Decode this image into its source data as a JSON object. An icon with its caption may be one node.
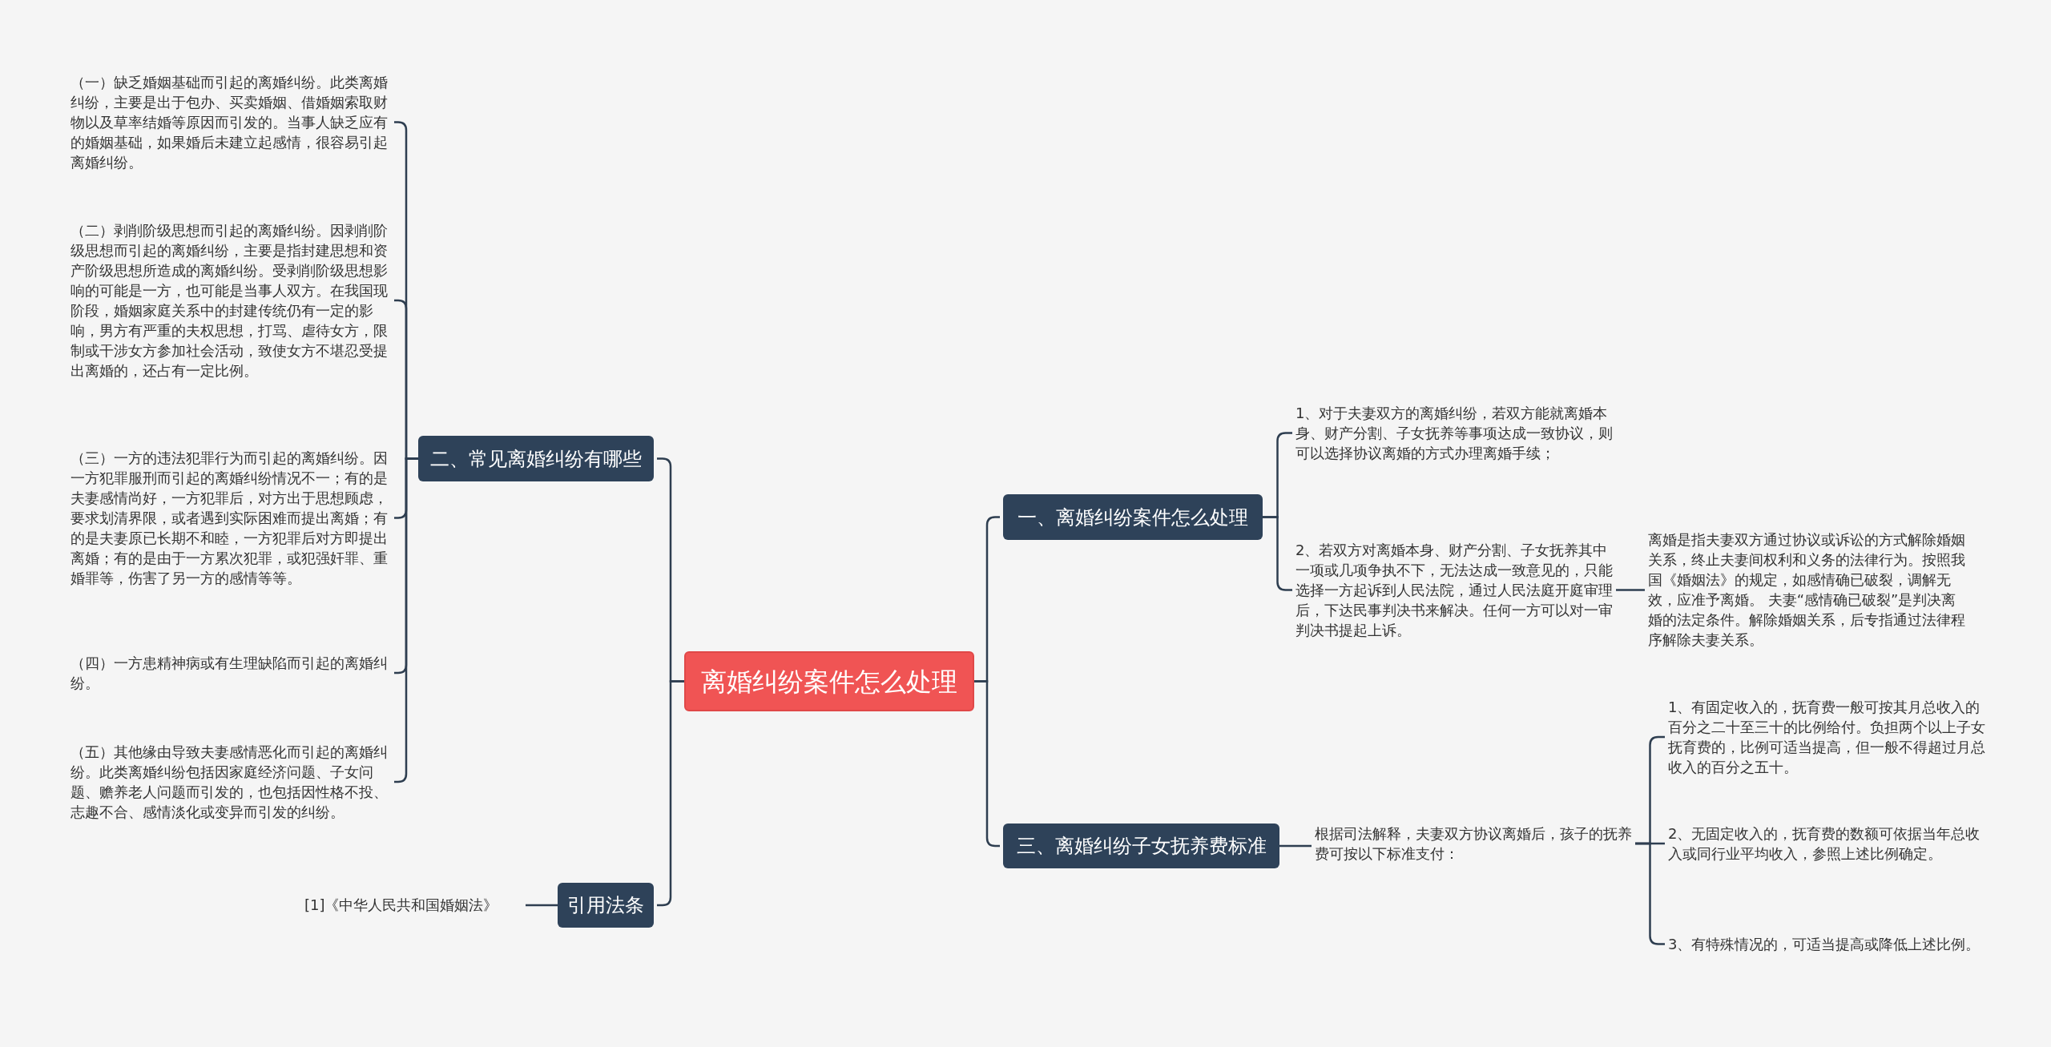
{
  "diagram": {
    "nodes": [
      {
        "text": [
          "离婚纠纷案件怎么处理"
        ]
      },
      {
        "text": [
          "一、离婚纠纷案件怎么处理"
        ]
      },
      {
        "text": [
          "1、对于夫妻双方的离婚纠纷，若双方能就离婚本身、财产分割、子女抚养等事项达成一致协议，则可以选择协议离婚的方式办理离婚手续；"
        ]
      },
      {
        "text": [
          "2、若双方对离婚本身、财产分割、子女抚养其中一项或几项争执不下，无法达成一致意见的，只能选择一方起诉到人民法院，通过人民法庭开庭审理后，下达民事判决书来解决。任何一方可以对一审判决书提起上诉。"
        ]
      },
      {
        "text": [
          "离婚是指夫妻双方通过协议或诉讼的方式解除婚姻关系，终止夫妻间权利和义务的法律行为。按照我国《婚姻法》的规定，如感情确已破裂，调解无效，应准予离婚。 夫妻“感情确已破裂”是判决离婚的法定条件。解除婚姻关系，后专指通过法律程序解除夫妻关系。"
        ]
      },
      {
        "text": [
          "三、离婚纠纷子女抚养费标准"
        ]
      },
      {
        "text": [
          "根据司法解释，夫妻双方协议离婚后，孩子的抚养费可按以下标准支付："
        ]
      },
      {
        "text": [
          "1、有固定收入的，抚育费一般可按其月总收入的百分之二十至三十的比例给付。负担两个以上子女抚育费的，比例可适当提高，但一般不得超过月总收入的百分之五十。"
        ]
      },
      {
        "text": [
          "2、无固定收入的，抚育费的数额可依据当年总收入或同行业平均收入，参照上述比例确定。"
        ]
      },
      {
        "text": [
          "3、有特殊情况的，可适当提高或降低上述比例。"
        ]
      },
      {
        "text": [
          "二、常见离婚纠纷有哪些"
        ]
      },
      {
        "text": [
          "（一）缺乏婚姻基础而引起的离婚纠纷。此类离婚纠纷，主要是出于包办、买卖婚姻、借婚姻索取财物以及草率结婚等原因而引发的。当事人缺乏应有的婚姻基础，如果婚后未建立起感情，很容易引起离婚纠纷。"
        ]
      },
      {
        "text": [
          "（二）剥削阶级思想而引起的离婚纠纷。因剥削阶级思想而引起的离婚纠纷，主要是指封建思想和资产阶级思想所造成的离婚纠纷。受剥削阶级思想影响的可能是一方，也可能是当事人双方。在我国现阶段，婚姻家庭关系中的封建传统仍有一定的影响，男方有严重的夫权思想，打骂、虐待女方，限制或干涉女方参加社会活动，致使女方不堪忍受提出离婚的，还占有一定比例。"
        ]
      },
      {
        "text": [
          "（三）一方的违法犯罪行为而引起的离婚纠纷。因一方犯罪服刑而引起的离婚纠纷情况不一；有的是夫妻感情尚好，一方犯罪后，对方出于思想顾虑，要求划清界限，或者遇到实际困难而提出离婚；有的是夫妻原已长期不和睦，一方犯罪后对方即提出离婚；有的是由于一方累次犯罪，或犯强奸罪、重婚罪等，伤害了另一方的感情等等。"
        ]
      },
      {
        "text": [
          "（四）一方患精神病或有生理缺陷而引起的离婚纠纷。"
        ]
      },
      {
        "text": [
          "（五）其他缘由导致夫妻感情恶化而引起的离婚纠纷。此类离婚纠纷包括因家庭经济问题、子女问题、赡养老人问题而引发的，也包括因性格不投、志趣不合、感情淡化或变异而引发的纠纷。"
        ]
      },
      {
        "text": [
          "引用法条"
        ]
      },
      {
        "text": [
          "[1]《中华人民共和国婚姻法》"
        ]
      }
    ],
    "edges": [
      {
        "from": 0,
        "to": 1,
        "arrow": "none"
      },
      {
        "from": 1,
        "to": 2,
        "arrow": "none"
      },
      {
        "from": 1,
        "to": 3,
        "arrow": "none"
      },
      {
        "from": 3,
        "to": 4,
        "arrow": "none"
      },
      {
        "from": 0,
        "to": 5,
        "arrow": "none"
      },
      {
        "from": 5,
        "to": 6,
        "arrow": "none"
      },
      {
        "from": 6,
        "to": 7,
        "arrow": "none"
      },
      {
        "from": 6,
        "to": 8,
        "arrow": "none"
      },
      {
        "from": 6,
        "to": 9,
        "arrow": "none"
      },
      {
        "from": 0,
        "to": 10,
        "arrow": "none"
      },
      {
        "from": 10,
        "to": 11,
        "arrow": "none"
      },
      {
        "from": 10,
        "to": 12,
        "arrow": "none"
      },
      {
        "from": 10,
        "to": 13,
        "arrow": "none"
      },
      {
        "from": 10,
        "to": 14,
        "arrow": "none"
      },
      {
        "from": 10,
        "to": 15,
        "arrow": "none"
      },
      {
        "from": 0,
        "to": 16,
        "arrow": "none"
      },
      {
        "from": 16,
        "to": 17,
        "arrow": "none"
      }
    ]
  }
}
